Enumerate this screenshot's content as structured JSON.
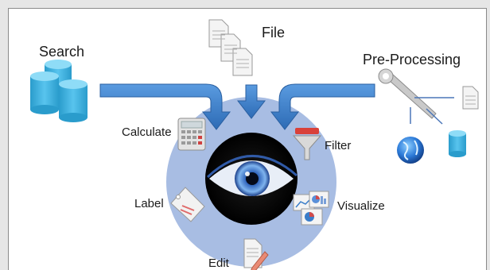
{
  "labels": {
    "search": "Search",
    "file": "File",
    "preprocessing": "Pre-Processing",
    "calculate": "Calculate",
    "filter": "Filter",
    "label": "Label",
    "visualize": "Visualize",
    "edit": "Edit"
  },
  "icons": {
    "search": "database-icon",
    "file": "documents-icon",
    "preprocessing": "wrench-icon",
    "calculate": "calculator-icon",
    "filter": "funnel-icon",
    "label": "tag-icon",
    "visualize": "charts-icon",
    "edit": "pencil-document-icon",
    "center": "eye-icon"
  },
  "colors": {
    "circle": "#a8bde3",
    "arrow": "#3a7dc9",
    "database": "#3aaedb",
    "frame_border": "#8a8a8a"
  }
}
